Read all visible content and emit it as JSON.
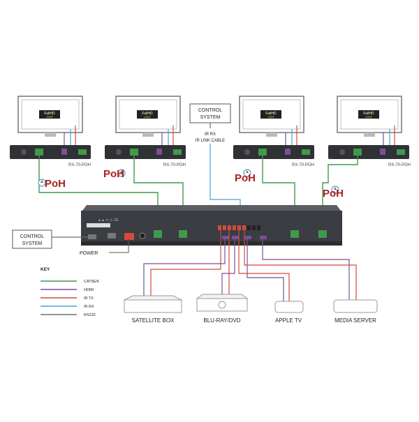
{
  "tv_badge": {
    "line1": "FullHD",
    "line2": "1080P"
  },
  "receivers": [
    {
      "label": "RX-70-POH"
    },
    {
      "label": "RX-70-POH"
    },
    {
      "label": "RX-70-POH"
    },
    {
      "label": "RX-70-POH"
    }
  ],
  "poh_label": "PoH",
  "control_system_top": {
    "line1": "CONTROL",
    "line2": "SYSTEM"
  },
  "ir_link": {
    "line1": "IR RX",
    "line2": "IR LINK CABLE"
  },
  "control_system_left": {
    "line1": "CONTROL",
    "line2": "SYSTEM"
  },
  "power_label": "POWER",
  "key": {
    "title": "KEY",
    "items": [
      {
        "label": "CAT5E/6",
        "color": "#3f9a4a"
      },
      {
        "label": "HDMI",
        "color": "#7a4f9a"
      },
      {
        "label": "IR TX",
        "color": "#d24a3c"
      },
      {
        "label": "IR RX",
        "color": "#46a3d6"
      },
      {
        "label": "RS232",
        "color": "#6b7078"
      }
    ]
  },
  "sources": [
    {
      "label": "SATELLITE BOX"
    },
    {
      "label": "BLU-RAY/DVD"
    },
    {
      "label": "APPLE TV"
    },
    {
      "label": "MEDIA SERVER"
    }
  ]
}
